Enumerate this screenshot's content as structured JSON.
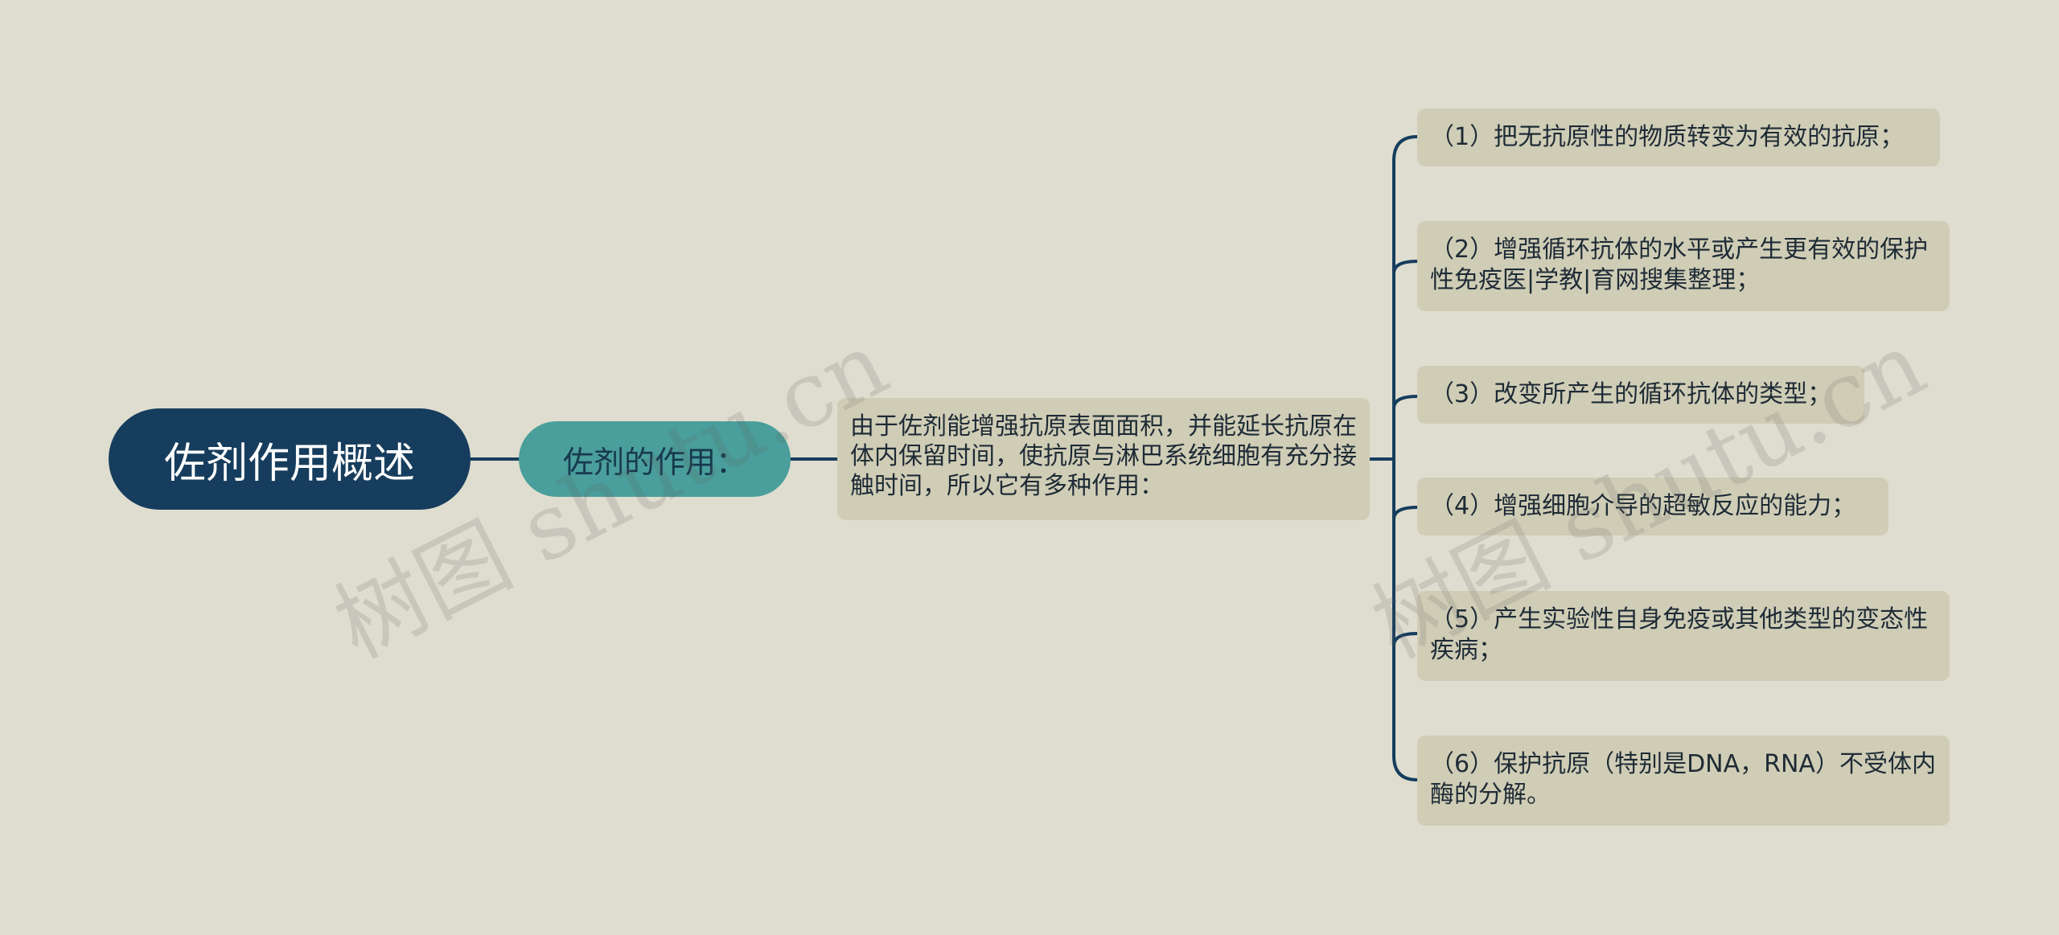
{
  "root": {
    "label": "佐剂作用概述"
  },
  "sub": {
    "label": "佐剂的作用："
  },
  "description": {
    "text": "由于佐剂能增强抗原表面面积，并能延长抗原在体内保留时间，使抗原与淋巴系统细胞有充分接触时间，所以它有多种作用："
  },
  "children": [
    {
      "text": "（1）把无抗原性的物质转变为有效的抗原；"
    },
    {
      "text": "（2）增强循环抗体的水平或产生更有效的保护性免疫医|学教|育网搜集整理；"
    },
    {
      "text": "（3）改变所产生的循环抗体的类型；"
    },
    {
      "text": "（4）增强细胞介导的超敏反应的能力；"
    },
    {
      "text": "（5）产生实验性自身免疫或其他类型的变态性疾病；"
    },
    {
      "text": "（6）保护抗原（特别是DNA，RNA）不受体内酶的分解。"
    }
  ],
  "watermarks": [
    "树图 shutu.cn",
    "树图 shutu.cn"
  ],
  "colors": {
    "background": "#dfddcf",
    "root": "#163d5d",
    "sub": "#4a9e9b",
    "leaf": "#d0cdb6",
    "line": "#163d5d"
  }
}
